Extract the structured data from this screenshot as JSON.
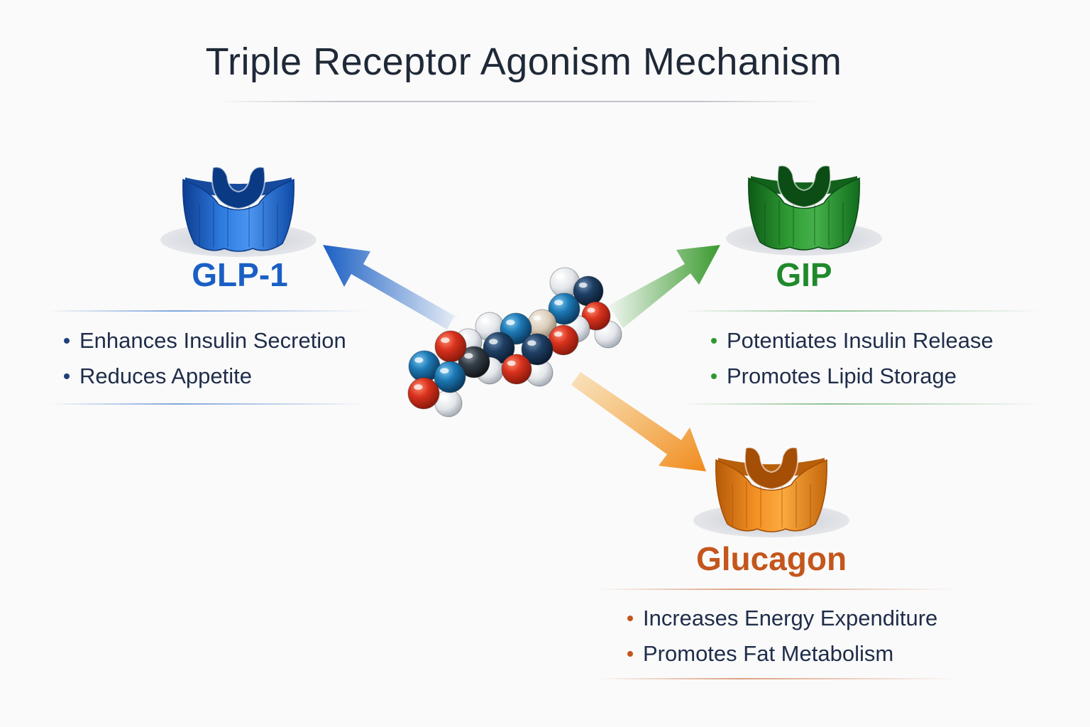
{
  "title": "Triple Receptor Agonism Mechanism",
  "receptors": [
    {
      "name": "GLP-1",
      "icon": "receptor-icon",
      "color": "#1a5fc4",
      "bullets": [
        "Enhances Insulin Secretion",
        "Reduces Appetite"
      ]
    },
    {
      "name": "GIP",
      "icon": "receptor-icon",
      "color": "#1f8a2b",
      "bullets": [
        "Potentiates Insulin Release",
        "Promotes Lipid Storage"
      ]
    },
    {
      "name": "Glucagon",
      "icon": "receptor-icon",
      "color": "#c4561c",
      "bullets": [
        "Increases Energy Expenditure",
        "Promotes Fat Metabolism"
      ]
    }
  ],
  "molecule": {
    "icon": "molecule-icon"
  },
  "colors": {
    "text": "#1f2d4a",
    "blue": "#1a5fc4",
    "green": "#1f8a2b",
    "orange": "#f08a1c",
    "orange_label": "#c4561c"
  }
}
